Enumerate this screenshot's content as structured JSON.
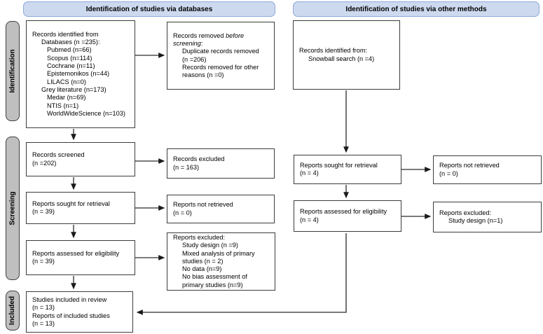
{
  "headers": {
    "databases": "Identification of studies via databases",
    "other_methods": "Identification of studies via other methods"
  },
  "stages": {
    "identification": "Identification",
    "screening": "Screening",
    "included": "Included"
  },
  "colors": {
    "header_fill": "#cdd9ee",
    "header_border": "#8ea9db",
    "stage_fill": "#bfbfbf",
    "box_border": "#3c3c3c",
    "arrow": "#222222"
  },
  "boxes": {
    "records_identified_db": {
      "lines": [
        {
          "text": "Records identified from",
          "indent": 0
        },
        {
          "text": "Databases (n =235):",
          "indent": 1
        },
        {
          "text": "Pubmed (n=66)",
          "indent": 2
        },
        {
          "text": "Scopus (n=114)",
          "indent": 2
        },
        {
          "text": "Cochrane (n=11)",
          "indent": 2
        },
        {
          "text": "Epistemonikos (n=44)",
          "indent": 2
        },
        {
          "text": "LILACS (n=0)",
          "indent": 2
        },
        {
          "text": "Grey literature (n=173)",
          "indent": 1
        },
        {
          "text": "Medar (n=69)",
          "indent": 2
        },
        {
          "text": "NTIS (n=1)",
          "indent": 2
        },
        {
          "text": "WorldWideScience (n=103)",
          "indent": 2
        }
      ]
    },
    "records_removed": {
      "lines": [
        {
          "runs": [
            {
              "text": "Records removed "
            },
            {
              "text": "before",
              "italic": true
            }
          ],
          "indent": 0
        },
        {
          "runs": [
            {
              "text": "screening",
              "italic": true
            },
            {
              "text": ":"
            }
          ],
          "indent": 0
        },
        {
          "text": "Duplicate records removed",
          "indent": 1
        },
        {
          "text": "(n =206)",
          "indent": 1
        },
        {
          "text": "Records removed for other",
          "indent": 1
        },
        {
          "text": "reasons (n =0)",
          "indent": 1
        }
      ]
    },
    "records_screened": {
      "lines": [
        {
          "text": "Records screened",
          "indent": 0
        },
        {
          "text": "(n =202)",
          "indent": 0
        }
      ]
    },
    "records_excluded": {
      "lines": [
        {
          "text": "Records excluded",
          "indent": 0
        },
        {
          "text": "(n = 163)",
          "indent": 0
        }
      ]
    },
    "reports_sought_db": {
      "lines": [
        {
          "text": "Reports sought for retrieval",
          "indent": 0
        },
        {
          "text": "(n = 39)",
          "indent": 0
        }
      ]
    },
    "reports_not_retrieved_db": {
      "lines": [
        {
          "text": "Reports not retrieved",
          "indent": 0
        },
        {
          "text": "(n = 0)",
          "indent": 0
        }
      ]
    },
    "reports_assessed_db": {
      "lines": [
        {
          "text": "Reports assessed for eligibility",
          "indent": 0
        },
        {
          "text": "(n = 39)",
          "indent": 0
        }
      ]
    },
    "reports_excluded_db": {
      "lines": [
        {
          "text": "Reports excluded:",
          "indent": 0
        },
        {
          "text": "Study design (n =9)",
          "indent": 1
        },
        {
          "text": "Mixed analysis of primary",
          "indent": 1
        },
        {
          "text": "studies (n = 2)",
          "indent": 1
        },
        {
          "text": "No data (n=9)",
          "indent": 1
        },
        {
          "text": "No bias assessment of",
          "indent": 1
        },
        {
          "text": "primary studies (n=9)",
          "indent": 1
        }
      ]
    },
    "studies_included": {
      "lines": [
        {
          "text": "Studies included in review",
          "indent": 0
        },
        {
          "text": "(n = 13)",
          "indent": 0
        },
        {
          "text": "Reports of included studies",
          "indent": 0
        },
        {
          "text": "(n = 13)",
          "indent": 0
        }
      ]
    },
    "records_identified_other": {
      "lines": [
        {
          "text": "Records identified from:",
          "indent": 0
        },
        {
          "text": "Snowball search (n =4)",
          "indent": 1
        }
      ]
    },
    "reports_sought_other": {
      "lines": [
        {
          "text": "Reports sought for retrieval",
          "indent": 0
        },
        {
          "text": "(n = 4)",
          "indent": 0
        }
      ]
    },
    "reports_not_retrieved_other": {
      "lines": [
        {
          "text": "Reports not retrieved",
          "indent": 0
        },
        {
          "text": "(n = 0)",
          "indent": 0
        }
      ]
    },
    "reports_assessed_other": {
      "lines": [
        {
          "text": "Reports assessed for eligibility",
          "indent": 0
        },
        {
          "text": "(n = 4)",
          "indent": 0
        }
      ]
    },
    "reports_excluded_other": {
      "lines": [
        {
          "text": "Reports excluded:",
          "indent": 0
        },
        {
          "text": "Study design (n=1)",
          "indent": 1
        }
      ]
    }
  }
}
